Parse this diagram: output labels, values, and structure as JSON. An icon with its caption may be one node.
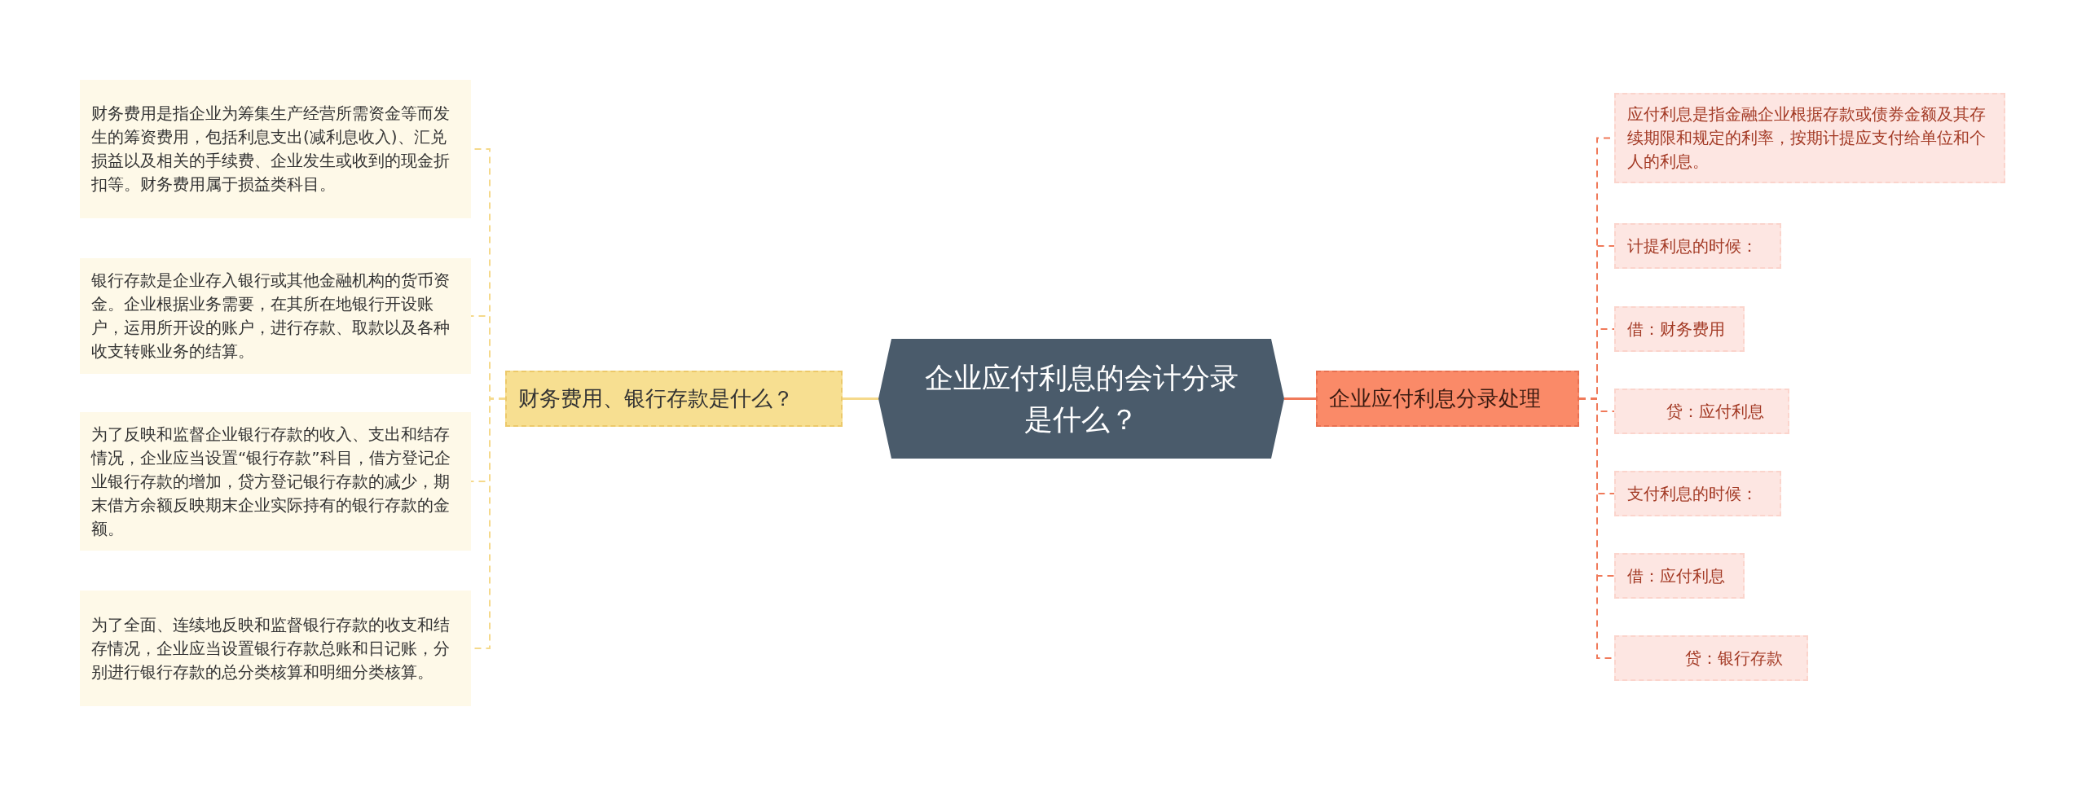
{
  "diagram": {
    "nodes": [
      {
        "text": [
          "企业应付利息的会计分录是什么？"
        ]
      },
      {
        "text": [
          "财务费用、银行存款是什么？"
        ]
      },
      {
        "text": [
          "财务费用是指企业为筹集生产经营所需资金等而发生的筹资费用，包括利息支出(减利息收入)、汇兑损益以及相关的手续费、企业发生或收到的现金折扣等。财务费用属于损益类科目。"
        ]
      },
      {
        "text": [
          "银行存款是企业存入银行或其他金融机构的货币资金。企业根据业务需要，在其所在地银行开设账户，运用所开设的账户，进行存款、取款以及各种收支转账业务的结算。"
        ]
      },
      {
        "text": [
          "为了反映和监督企业银行存款的收入、支出和结存情况，企业应当设置“银行存款”科目，借方登记企业银行存款的增加，贷方登记银行存款的减少，期末借方余额反映期末企业实际持有的银行存款的金额。"
        ]
      },
      {
        "text": [
          "为了全面、连续地反映和监督银行存款的收支和结存情况，企业应当设置银行存款总账和日记账，分别进行银行存款的总分类核算和明细分类核算。"
        ]
      },
      {
        "text": [
          "企业应付利息分录处理"
        ]
      },
      {
        "text": [
          "应付利息是指金融企业根据存款或债券金额及其存续期限和规定的利率，按期计提应支付给单位和个人的利息。"
        ]
      },
      {
        "text": [
          "计提利息的时候："
        ]
      },
      {
        "text": [
          "借：财务费用"
        ]
      },
      {
        "text": [
          "贷：应付利息"
        ]
      },
      {
        "text": [
          "支付利息的时候："
        ]
      },
      {
        "text": [
          "借：应付利息"
        ]
      },
      {
        "text": [
          "贷：银行存款"
        ]
      }
    ],
    "edges": [
      {
        "from": 0,
        "to": 1,
        "arrow": "none",
        "color": "#f5d98b"
      },
      {
        "from": 1,
        "to": 2,
        "arrow": "none",
        "style": "dashed",
        "color": "#f5d98b"
      },
      {
        "from": 1,
        "to": 3,
        "arrow": "none",
        "style": "dashed",
        "color": "#f5d98b"
      },
      {
        "from": 1,
        "to": 4,
        "arrow": "none",
        "style": "dashed",
        "color": "#f5d98b"
      },
      {
        "from": 1,
        "to": 5,
        "arrow": "none",
        "style": "dashed",
        "color": "#f5d98b"
      },
      {
        "from": 0,
        "to": 6,
        "arrow": "none"
      },
      {
        "from": 6,
        "to": 7,
        "arrow": "none",
        "style": "dashed"
      },
      {
        "from": 6,
        "to": 8,
        "arrow": "none",
        "style": "dashed"
      },
      {
        "from": 6,
        "to": 9,
        "arrow": "none",
        "style": "dashed"
      },
      {
        "from": 6,
        "to": 10,
        "arrow": "none",
        "style": "dashed"
      },
      {
        "from": 6,
        "to": 11,
        "arrow": "none",
        "style": "dashed"
      },
      {
        "from": 6,
        "to": 12,
        "arrow": "none",
        "style": "dashed"
      },
      {
        "from": 6,
        "to": 13,
        "arrow": "none",
        "style": "dashed"
      }
    ]
  }
}
